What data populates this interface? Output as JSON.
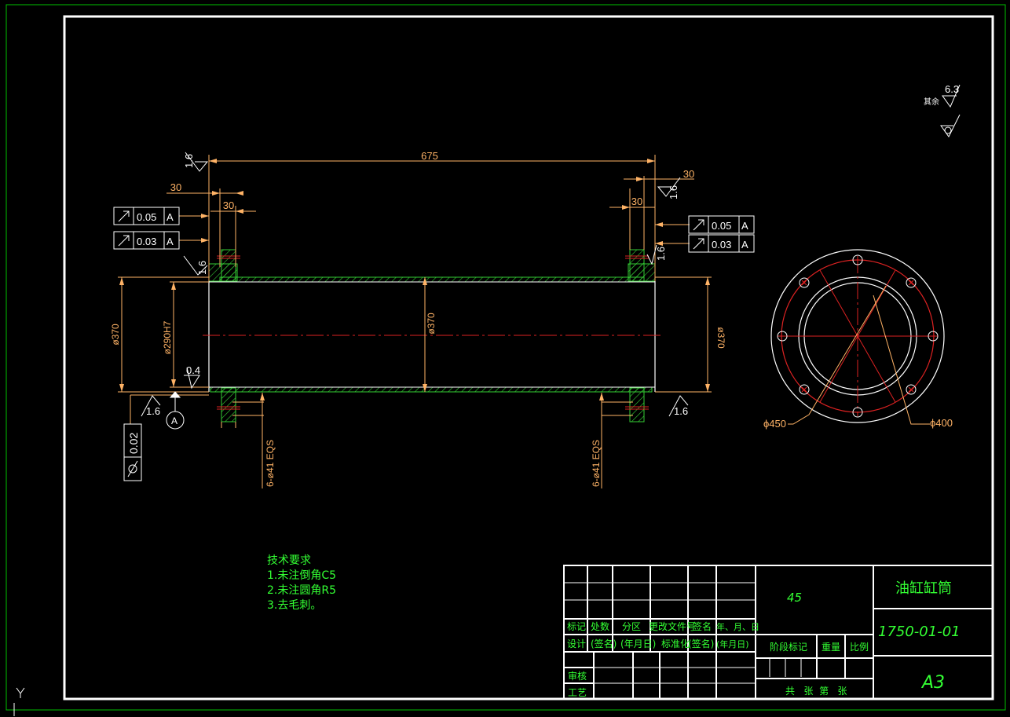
{
  "colors": {
    "background": "#000000",
    "frame": "#ffffff",
    "outer_border": "#00c000",
    "part_outline": "#ffffff",
    "dimension": "#ffb366",
    "hatch": "#33cc33",
    "centerline": "#dd2222",
    "note_text": "#33ff33"
  },
  "icons": [
    "surface-roughness-icon",
    "runout-icon",
    "datum-icon",
    "cylindricity-icon",
    "ucs-axis-icon"
  ],
  "dimensions": {
    "overall_length": "675",
    "left_offset": "30",
    "left_flange_width": "30",
    "right_offset": "30",
    "right_flange_width": "30",
    "left_outer_dia": "ø370",
    "bore_dia": "ø290H7",
    "center_dia": "ø370",
    "right_outer_dia": "ø370",
    "left_holes": "6-ø41 EQS",
    "right_holes": "6-ø41 EQS",
    "flange_outer_dia": "ϕ450",
    "bolt_circle_dia": "ϕ400"
  },
  "roughness": {
    "top_left": "1.6",
    "left_face": "1.6",
    "bore": "0.4",
    "bottom_left": "1.6",
    "right_top": "1.6",
    "right_face": "1.6",
    "bottom_right": "1.6",
    "general_label": "其余",
    "general_value": "6.3"
  },
  "tolerances": {
    "left_runout_1": {
      "value": "0.05",
      "datum": "A"
    },
    "left_runout_2": {
      "value": "0.03",
      "datum": "A"
    },
    "right_runout_1": {
      "value": "0.05",
      "datum": "A"
    },
    "right_runout_2": {
      "value": "0.03",
      "datum": "A"
    },
    "cylindricity": "0.02",
    "datum_label": "A"
  },
  "notes": {
    "title": "技术要求",
    "items": [
      "1.未注倒角C5",
      "2.未注圆角R5",
      "3.去毛刺。"
    ]
  },
  "title_block": {
    "material": "45",
    "part_name": "油缸缸筒",
    "drawing_no": "1750-01-01",
    "sheet_size": "A3",
    "row_labels": [
      "标记",
      "处数",
      "分区",
      "更改文件号",
      "签名",
      "年、月、日"
    ],
    "design_row": [
      "设计",
      "(签名)",
      "(年月日)",
      "标准化",
      "(签名)",
      "(年月日)"
    ],
    "review": "审核",
    "process": "工艺",
    "stage_mark": "阶段标记",
    "weight": "重量",
    "scale": "比例",
    "sheets": "共   张  第   张"
  }
}
